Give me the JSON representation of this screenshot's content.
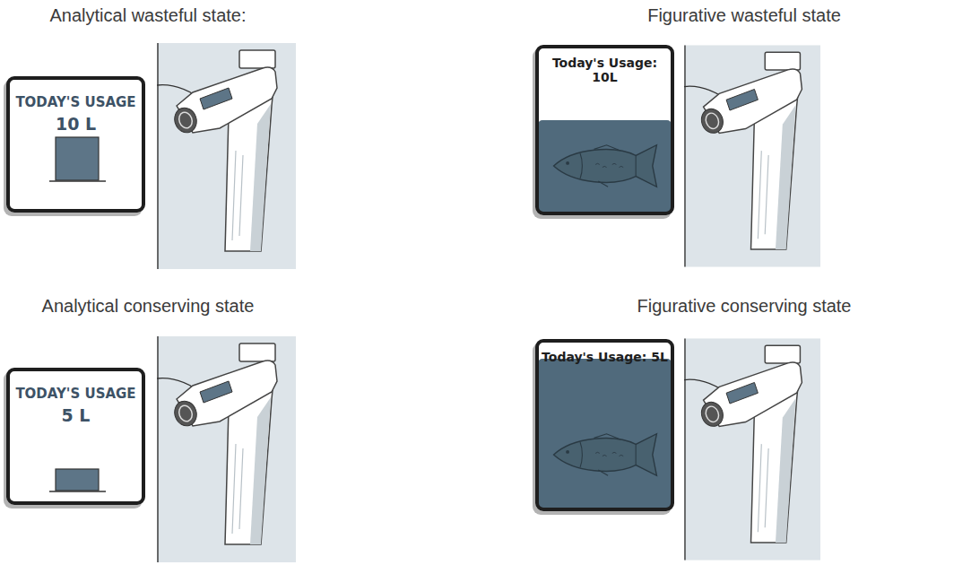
{
  "diagram": {
    "nodes": [
      {
        "text": [
          "TODAY'S USAGE",
          "10 L"
        ]
      },
      {
        "text": [
          "Today's Usage: 10L"
        ]
      },
      {
        "text": [
          "TODAY'S USAGE",
          "5 L"
        ]
      },
      {
        "text": [
          "Today's Usage: 5L"
        ]
      }
    ],
    "labels": [
      "Analytical wasteful state:",
      "Figurative wasteful state",
      "Analytical conserving state",
      "Figurative conserving state"
    ]
  }
}
